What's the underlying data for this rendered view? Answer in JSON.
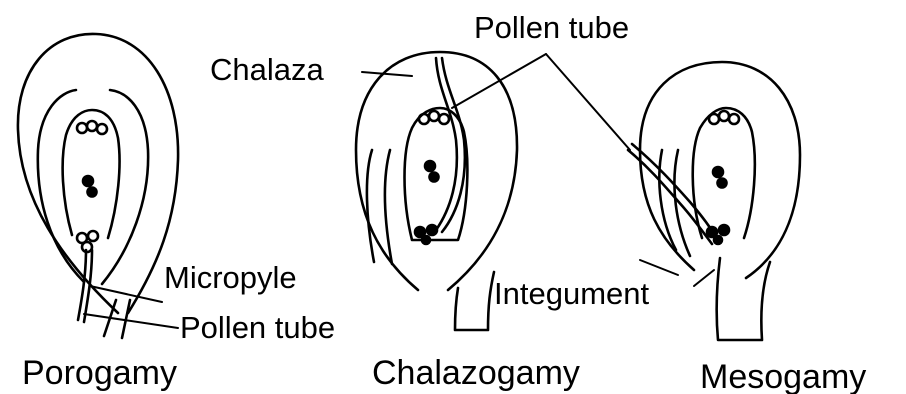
{
  "panels": [
    {
      "name": "Porogamy"
    },
    {
      "name": "Chalazogamy"
    },
    {
      "name": "Mesogamy"
    }
  ],
  "labels": {
    "chalaza": "Chalaza",
    "pollen_tube_top": "Pollen tube",
    "micropyle": "Micropyle",
    "pollen_tube_bottom": "Pollen tube",
    "integument": "Integument"
  },
  "colors": {
    "ink": "#000000",
    "background": "#ffffff"
  }
}
